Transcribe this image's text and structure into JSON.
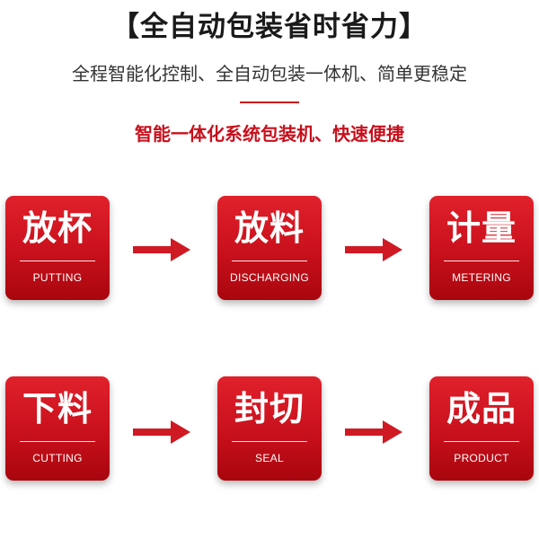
{
  "header": {
    "title": "【全自动包装省时省力】",
    "subtitle": "全程智能化控制、全自动包装一体机、简单更稳定",
    "tagline": "智能一体化系统包装机、快速便捷"
  },
  "colors": {
    "accent": "#c8101c",
    "card_top": "#e0212b",
    "card_bottom": "#a8060e",
    "arrow": "#cf1a24"
  },
  "steps": [
    {
      "zh": "放杯",
      "en": "PUTTING"
    },
    {
      "zh": "放料",
      "en": "DISCHARGING"
    },
    {
      "zh": "计量",
      "en": "METERING"
    },
    {
      "zh": "下料",
      "en": "CUTTING"
    },
    {
      "zh": "封切",
      "en": "SEAL"
    },
    {
      "zh": "成品",
      "en": "PRODUCT"
    }
  ],
  "icons": {
    "flow_arrow": "arrow-right-icon"
  }
}
